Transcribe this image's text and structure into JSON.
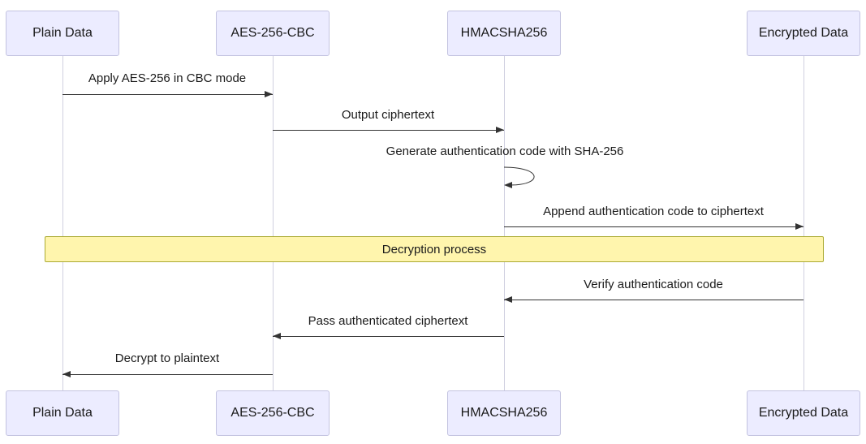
{
  "diagram": {
    "type": "sequence-diagram",
    "actors": [
      {
        "id": "plain-data",
        "label": "Plain Data"
      },
      {
        "id": "aes-256-cbc",
        "label": "AES-256-CBC"
      },
      {
        "id": "hmacsha256",
        "label": "HMACSHA256"
      },
      {
        "id": "encrypted-data",
        "label": "Encrypted Data"
      }
    ],
    "messages": [
      {
        "label": "Apply AES-256 in CBC mode",
        "from": "Plain Data",
        "to": "AES-256-CBC",
        "direction": "right"
      },
      {
        "label": "Output ciphertext",
        "from": "AES-256-CBC",
        "to": "HMACSHA256",
        "direction": "right"
      },
      {
        "label": "Generate authentication code with SHA-256",
        "from": "HMACSHA256",
        "to": "HMACSHA256",
        "direction": "self"
      },
      {
        "label": "Append authentication code to ciphertext",
        "from": "HMACSHA256",
        "to": "Encrypted Data",
        "direction": "right"
      },
      {
        "label": "Verify authentication code",
        "from": "Encrypted Data",
        "to": "HMACSHA256",
        "direction": "left"
      },
      {
        "label": "Pass authenticated ciphertext",
        "from": "HMACSHA256",
        "to": "AES-256-CBC",
        "direction": "left"
      },
      {
        "label": "Decrypt to plaintext",
        "from": "AES-256-CBC",
        "to": "Plain Data",
        "direction": "left"
      }
    ],
    "note": {
      "label": "Decryption process"
    },
    "colors": {
      "actor_fill": "#ECECFF",
      "actor_border": "#c3c3e0",
      "note_fill": "#FFF5AD",
      "note_border": "#AAAA33",
      "arrow": "#333333",
      "lifeline": "#d0d0e0",
      "background": "#ffffff"
    }
  }
}
